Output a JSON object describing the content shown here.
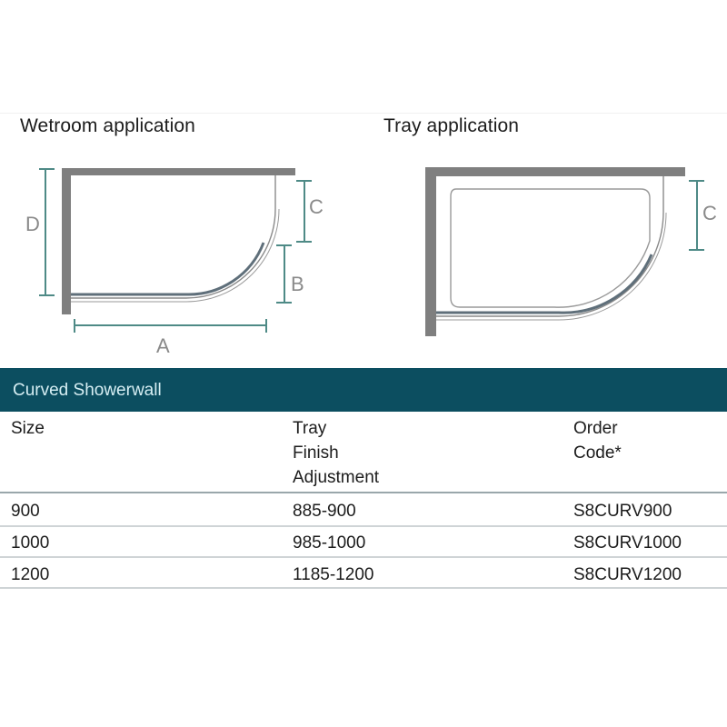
{
  "diagrams": {
    "wetroom": {
      "title": "Wetroom application",
      "labels": {
        "A": "A",
        "B": "B",
        "C": "C",
        "D": "D"
      }
    },
    "tray": {
      "title": "Tray application",
      "labels": {
        "C": "C"
      }
    }
  },
  "colors": {
    "header_bar": "#0c4e60",
    "header_text": "#d6eef3",
    "wall": "#7f7f7f",
    "dimension": "#4e8a86",
    "glass": "#5f6f7a"
  },
  "table": {
    "title": "Curved Showerwall",
    "columns": [
      {
        "lines": [
          "Size"
        ]
      },
      {
        "lines": [
          "Tray",
          "Finish",
          "Adjustment"
        ]
      },
      {
        "lines": [
          "Order",
          "Code*"
        ]
      }
    ],
    "rows": [
      [
        "900",
        "885-900",
        "S8CURV900"
      ],
      [
        "1000",
        "985-1000",
        "S8CURV1000"
      ],
      [
        "1200",
        "1185-1200",
        "S8CURV1200"
      ]
    ]
  }
}
